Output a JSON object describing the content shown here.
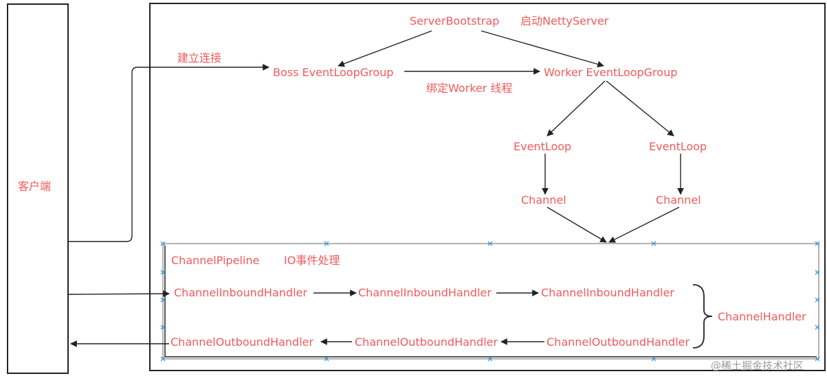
{
  "client": {
    "label": "客户端"
  },
  "server": {
    "bootstrap": "ServerBootstrap",
    "bootstrap_note": "启动NettyServer",
    "boss_group": "Boss EventLoopGroup",
    "worker_group": "Worker EventLoopGroup",
    "connect_label": "建立连接",
    "bind_label": "绑定Worker 线程",
    "event_loops": [
      "EventLoop",
      "EventLoop"
    ],
    "channels": [
      "Channel",
      "Channel"
    ]
  },
  "pipeline": {
    "title": "ChannelPipeline",
    "title_note": "IO事件处理",
    "inbound_handlers": [
      "ChannelInboundHandler",
      "ChannelInboundHandler",
      "ChannelInboundHandler"
    ],
    "outbound_handlers": [
      "ChannelOutboundHandler",
      "ChannelOutboundHandler",
      "ChannelOutboundHandler"
    ],
    "handler_group_label": "ChannelHandler"
  },
  "watermark": "@稀土掘金技术社区",
  "colors": {
    "label": "#f25a5a",
    "line": "#222222",
    "marker": "#3a9ad9"
  }
}
